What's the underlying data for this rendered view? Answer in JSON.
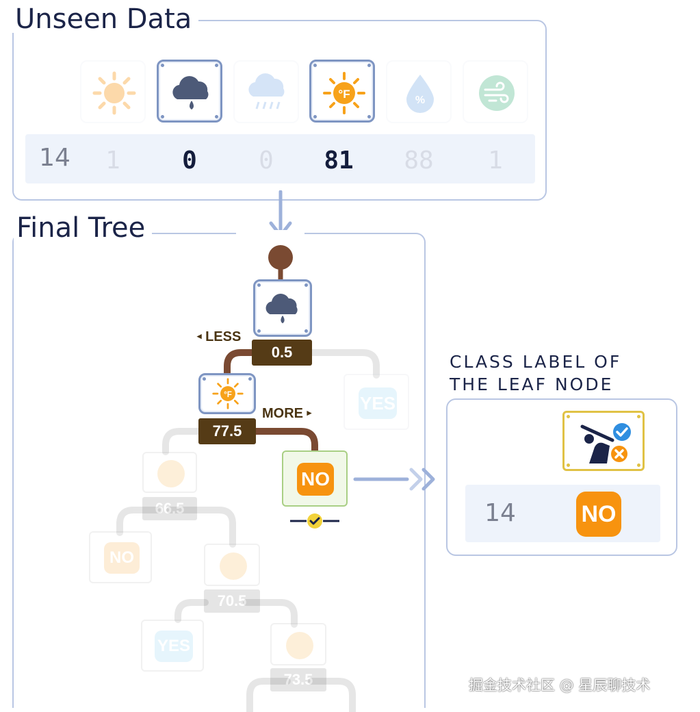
{
  "unseen": {
    "title": "Unseen Data",
    "features": [
      {
        "icon": "sun-icon",
        "active": false
      },
      {
        "icon": "rain-cloud-icon",
        "active": true
      },
      {
        "icon": "storm-cloud-icon",
        "active": false
      },
      {
        "icon": "temperature-f-icon",
        "active": true
      },
      {
        "icon": "humidity-drop-icon",
        "active": false
      },
      {
        "icon": "wind-icon",
        "active": false
      }
    ],
    "row": {
      "index": "14",
      "values": [
        "1",
        "0",
        "0",
        "81",
        "88",
        "1"
      ]
    }
  },
  "tree": {
    "title": "Final Tree",
    "root_threshold": "0.5",
    "less_label": "LESS",
    "more_label": "MORE",
    "temp_threshold": "77.5",
    "leaf_no": "NO",
    "faded_yes_top": "YES",
    "faded_thresholds": [
      "66.5",
      "70.5",
      "73.5"
    ],
    "faded_no": "NO",
    "faded_yes": "YES"
  },
  "result": {
    "caption_line1": "CLASS LABEL OF",
    "caption_line2": "THE LEAF NODE",
    "index": "14",
    "label": "NO"
  },
  "watermark": "掘金技术社区 @ 星辰聊技术",
  "colors": {
    "panel_border": "#b9c6e3",
    "plate": "#553b16",
    "no_badge": "#f7930f",
    "yes_badge": "#6cc6ee",
    "leaf_green": "#a9cf84",
    "gold": "#e0c245"
  }
}
